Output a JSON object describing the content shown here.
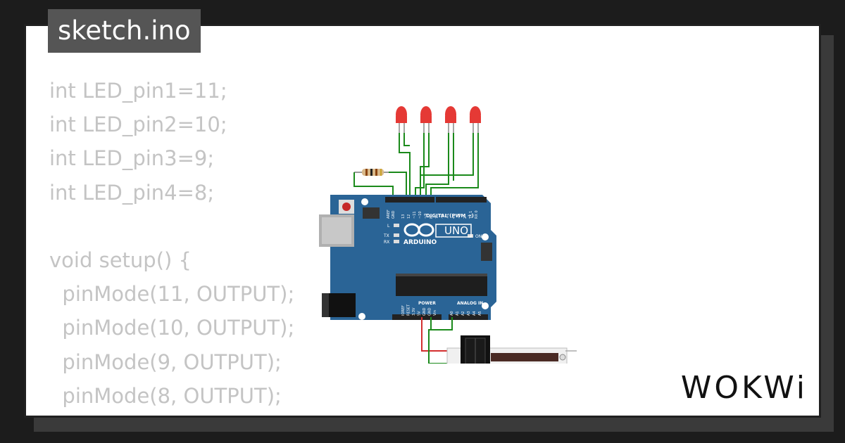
{
  "tab": {
    "title": "sketch.ino"
  },
  "code": {
    "lines": [
      "int LED_pin1=11;",
      "int LED_pin2=10;",
      "int LED_pin3=9;",
      "int LED_pin4=8;",
      "",
      "void setup() {",
      "  pinMode(11, OUTPUT);",
      "  pinMode(10, OUTPUT);",
      "  pinMode(9, OUTPUT);",
      "  pinMode(8, OUTPUT);",
      "}"
    ]
  },
  "board": {
    "name": "UNO",
    "brand": "ARDUINO",
    "digital_label": "DIGITAL (PWM ~)",
    "power_label": "POWER",
    "analog_label": "ANALOG IN",
    "pin_aref": "AREF",
    "pin_gnd": "GND",
    "pins_digital": [
      "13",
      "12",
      "~11",
      "~10",
      "~9",
      "8",
      "7",
      "~6",
      "~5",
      "4",
      "~3",
      "2",
      "TX 1",
      "RX 0"
    ],
    "pins_power": [
      "IOREF",
      "RESET",
      "3.3V",
      "5V",
      "GND",
      "GND",
      "Vin"
    ],
    "pins_analog": [
      "A0",
      "A1",
      "A2",
      "A3",
      "A4",
      "A5"
    ],
    "led_l": "L",
    "led_tx": "TX",
    "led_rx": "RX",
    "led_on": "ON"
  },
  "footer": {
    "brand_logo": "WOKWi"
  },
  "colors": {
    "board": "#2a6496",
    "led": "#e53935",
    "wire_green": "#1b8a1b",
    "wire_red": "#d32f2f",
    "code_text": "#c4c4c4"
  }
}
